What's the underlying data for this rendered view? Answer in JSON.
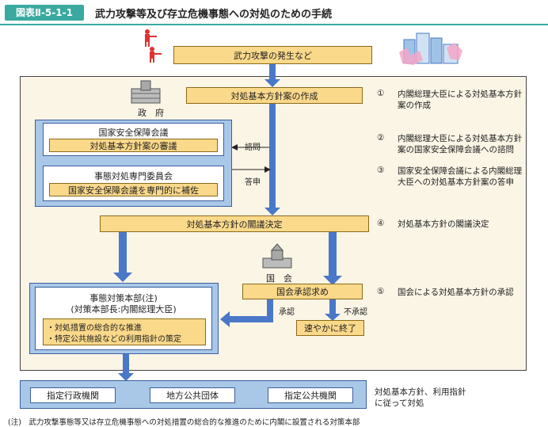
{
  "header": {
    "tag": "図表Ⅱ-5-1-1",
    "title": "武力攻撃等及び存立危機事態への対処のための手続"
  },
  "flow": {
    "occurrence": "武力攻撃の発生など",
    "government_label": "政　府",
    "draft_plan": "対処基本方針案の作成",
    "nsc": {
      "title": "国家安全保障会議",
      "task": "対処基本方針案の審議"
    },
    "expert": {
      "title": "事態対処専門委員会",
      "task": "国家安全保障会議を専門的に補佐"
    },
    "consult_label": "諮問",
    "report_label": "答申",
    "cabinet_decision": "対処基本方針の閣議決定",
    "diet_label": "国　会",
    "diet_request": "国会承認求め",
    "approve_label": "承認",
    "disapprove_label": "不承認",
    "terminate": "速やかに終了",
    "hq": {
      "title_line1": "事態対策本部(注)",
      "title_line2": "(対策本部長:内閣総理大臣)",
      "task_line1": "・対処措置の総合的な推進",
      "task_line2": "・特定公共施設などの利用指針の策定"
    },
    "orgs": [
      "指定行政機関",
      "地方公共団体",
      "指定公共機関"
    ],
    "orgs_note_line1": "対処基本方針、利用指針",
    "orgs_note_line2": "に従って対処"
  },
  "steps": [
    {
      "num": "①",
      "line1": "内閣総理大臣による対処基本方針",
      "line2": "案の作成"
    },
    {
      "num": "②",
      "line1": "内閣総理大臣による対処基本方針",
      "line2": "案の国家安全保障会議への諮問"
    },
    {
      "num": "③",
      "line1": "国家安全保障会議による内閣総理",
      "line2": "大臣への対処基本方針案の答申"
    },
    {
      "num": "④",
      "line1": "対処基本方針の閣議決定",
      "line2": ""
    },
    {
      "num": "⑤",
      "line1": "国会による対処基本方針の承認",
      "line2": ""
    }
  ],
  "footnote": "(注)　武力攻撃事態等又は存立危機事態への対処措置の総合的な推進のために内閣に設置される対策本部",
  "colors": {
    "accent": "#3aa9a0",
    "yellow_box": "#fbd98a",
    "blue_arrow": "#4a78c8",
    "panel_bg": "#fbf5e6",
    "blue_panel": "#a9c8e8"
  }
}
